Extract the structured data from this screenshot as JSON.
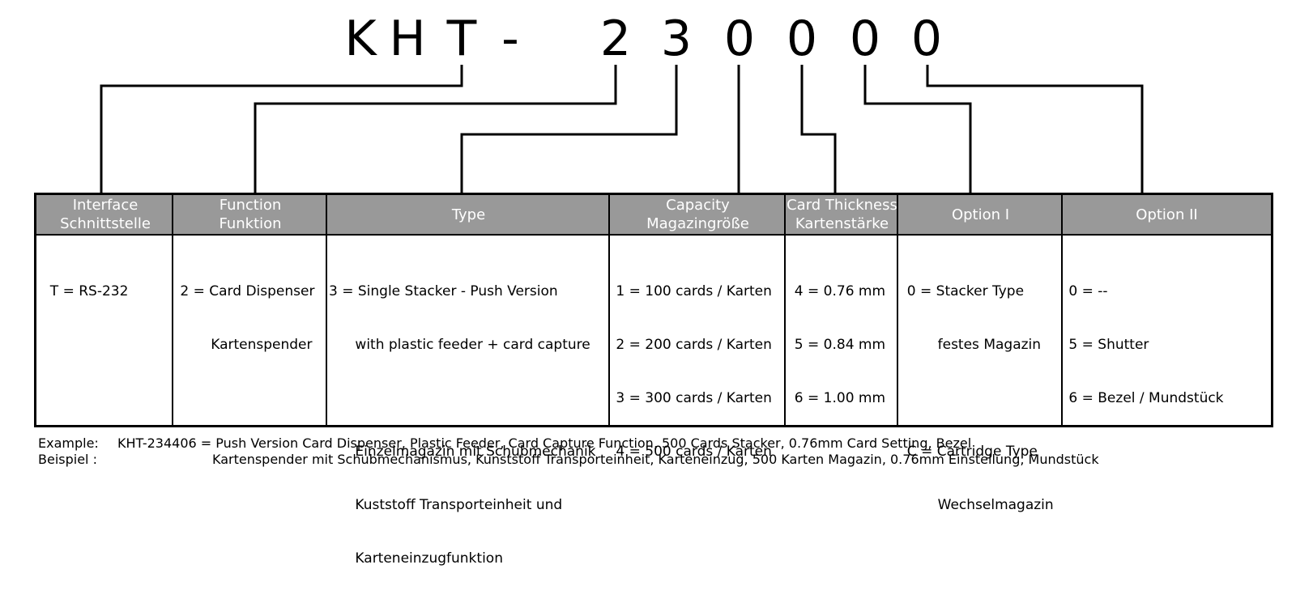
{
  "code": {
    "characters": [
      "K",
      "H",
      "T",
      "-",
      "2",
      "3",
      "0",
      "0",
      "0",
      "0"
    ]
  },
  "columns": [
    {
      "header": [
        "Interface",
        "Schnittstelle"
      ],
      "lines": [
        "  T = RS-232"
      ]
    },
    {
      "header": [
        "Function",
        "Funktion"
      ],
      "lines": [
        " 2 = Card Dispenser",
        "        Kartenspender"
      ]
    },
    {
      "header": [
        "Type"
      ],
      "lines": [
        "3 = Single Stacker - Push Version",
        "      with plastic feeder + card capture",
        "",
        "      Einzelmagazin mit Schubmechanik",
        "      Kuststoff Transporteinheit und",
        "      Karteneinzugfunktion"
      ]
    },
    {
      "header": [
        "Capacity",
        "Magazingröße"
      ],
      "lines": [
        " 1 = 100 cards / Karten",
        " 2 = 200 cards / Karten",
        " 3 = 300 cards / Karten",
        " 4 = 500 cards / Karten"
      ]
    },
    {
      "header": [
        "Card Thickness",
        "Kartenstärke"
      ],
      "lines": [
        "  4 = 0.76 mm",
        "  5 = 0.84 mm",
        "  6 = 1.00 mm"
      ]
    },
    {
      "header": [
        "Option I"
      ],
      "lines": [
        "  0 = Stacker Type",
        "         festes Magazin",
        "",
        "  C = Cartridge Type",
        "         Wechselmagazin"
      ]
    },
    {
      "header": [
        "Option II"
      ],
      "lines": [
        " 0 = --",
        " 5 = Shutter",
        " 6 = Bezel / Mundstück"
      ]
    }
  ],
  "example": {
    "label": "Example:",
    "text": "KHT-234406 = Push Version Card Dispenser, Plastic Feeder, Card Capture Function, 500 Cards Stacker, 0.76mm Card Setting, Bezel"
  },
  "beispiel": {
    "label": "Beispiel :",
    "text": "                       Kartenspender mit Schubmechanismus, Kunststoff Transporteinheit, Karteneinzug, 500 Karten Magazin, 0.76mm Einstellung, Mundstück"
  },
  "colors": {
    "header_bg": "#999999",
    "header_text": "#ffffff",
    "line": "#000000"
  }
}
